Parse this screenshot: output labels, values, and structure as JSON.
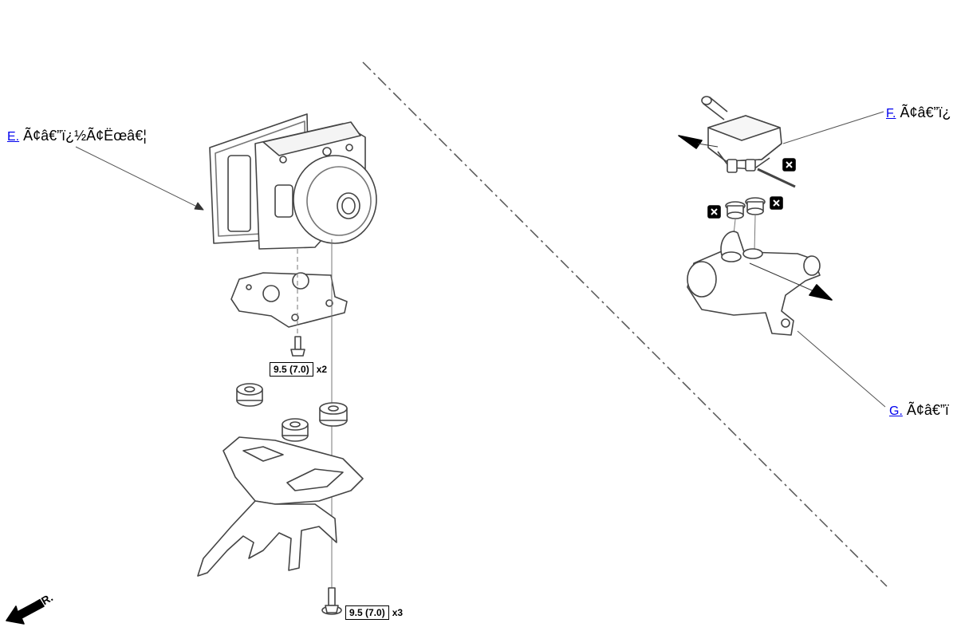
{
  "callouts": {
    "e": {
      "link": "E.",
      "text": "Ã¢â€”ï¿½Ã¢Ëœâ€¦"
    },
    "f": {
      "link": "F.",
      "text": "Ã¢â€”ï¿"
    },
    "g": {
      "link": "G.",
      "text": "Ã¢â€”ï"
    }
  },
  "torque": {
    "upper": {
      "value": "9.5 (7.0)",
      "qty": "x2"
    },
    "lower": {
      "value": "9.5 (7.0)",
      "qty": "x3"
    }
  },
  "direction": {
    "label": "FR."
  },
  "icons": [
    "non-reusable-part-icon",
    "front-arrow-icon",
    "torque-bolt-icon"
  ]
}
